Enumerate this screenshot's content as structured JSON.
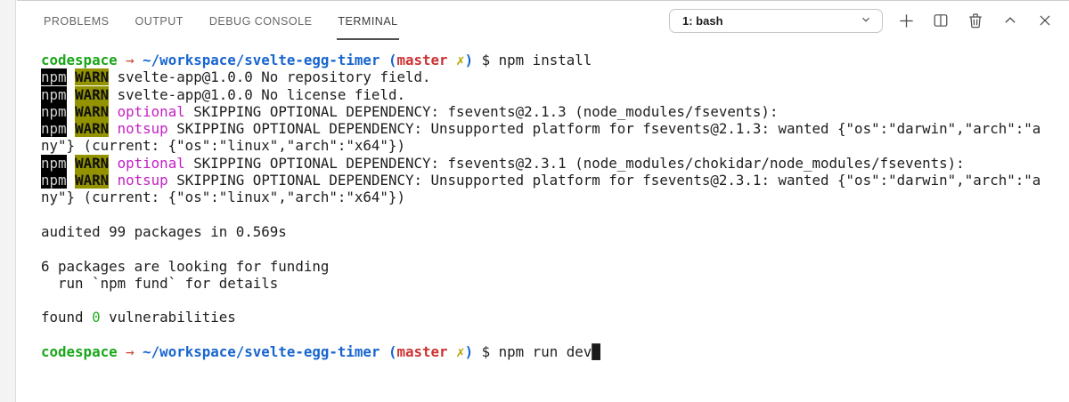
{
  "panel": {
    "tabs": [
      {
        "label": "PROBLEMS",
        "active": false
      },
      {
        "label": "OUTPUT",
        "active": false
      },
      {
        "label": "DEBUG CONSOLE",
        "active": false
      },
      {
        "label": "TERMINAL",
        "active": true
      }
    ],
    "terminal_selector": {
      "value": "1: bash"
    },
    "action_icons": [
      "new-terminal-icon",
      "split-terminal-icon",
      "kill-terminal-icon",
      "maximize-panel-icon",
      "close-panel-icon"
    ]
  },
  "colors": {
    "prompt_user_green": "#1aa71a",
    "prompt_arrow_red": "#cb4437",
    "prompt_path_blue": "#1765cf",
    "git_branch_red": "#cc3333",
    "git_dirty_yellow": "#b8a400",
    "npm_badge_bg": "#000000",
    "npm_badge_text": "#d2d2d2",
    "warn_badge_bg": "#939300",
    "warn_type_magenta": "#c320c3",
    "zero_green": "#23b223",
    "terminal_text": "#1e1e1e",
    "panel_bg": "#ffffff"
  },
  "terminal": {
    "lines": [
      {
        "segments": [
          {
            "t": "codespace",
            "c": "green"
          },
          {
            "t": " ",
            "c": "plain"
          },
          {
            "t": "→",
            "c": "arrow"
          },
          {
            "t": " ",
            "c": "plain"
          },
          {
            "t": "~/workspace/svelte-egg-timer",
            "c": "blue"
          },
          {
            "t": " ",
            "c": "plain"
          },
          {
            "t": "(",
            "c": "blue"
          },
          {
            "t": "master",
            "c": "branch"
          },
          {
            "t": " ",
            "c": "plain"
          },
          {
            "t": "✗",
            "c": "yellow"
          },
          {
            "t": ")",
            "c": "blue"
          },
          {
            "t": " $ npm install",
            "c": "plain"
          }
        ]
      },
      {
        "segments": [
          {
            "t": "npm",
            "c": "npm"
          },
          {
            "t": " ",
            "c": "plain"
          },
          {
            "t": "WARN",
            "c": "warn"
          },
          {
            "t": " svelte-app@1.0.0 No repository field.",
            "c": "plain"
          }
        ]
      },
      {
        "segments": [
          {
            "t": "npm",
            "c": "npm"
          },
          {
            "t": " ",
            "c": "plain"
          },
          {
            "t": "WARN",
            "c": "warn"
          },
          {
            "t": " svelte-app@1.0.0 No license field.",
            "c": "plain"
          }
        ]
      },
      {
        "segments": [
          {
            "t": "npm",
            "c": "npm"
          },
          {
            "t": " ",
            "c": "plain"
          },
          {
            "t": "WARN",
            "c": "warn"
          },
          {
            "t": " ",
            "c": "plain"
          },
          {
            "t": "optional",
            "c": "magenta"
          },
          {
            "t": " SKIPPING OPTIONAL DEPENDENCY: fsevents@2.1.3 (node_modules/fsevents):",
            "c": "plain"
          }
        ]
      },
      {
        "segments": [
          {
            "t": "npm",
            "c": "npm"
          },
          {
            "t": " ",
            "c": "plain"
          },
          {
            "t": "WARN",
            "c": "warn"
          },
          {
            "t": " ",
            "c": "plain"
          },
          {
            "t": "notsup",
            "c": "magenta"
          },
          {
            "t": " SKIPPING OPTIONAL DEPENDENCY: Unsupported platform for fsevents@2.1.3: wanted {\"os\":\"darwin\",\"arch\":\"a",
            "c": "plain"
          }
        ]
      },
      {
        "segments": [
          {
            "t": "ny\"} (current: {\"os\":\"linux\",\"arch\":\"x64\"})",
            "c": "plain"
          }
        ]
      },
      {
        "segments": [
          {
            "t": "npm",
            "c": "npm"
          },
          {
            "t": " ",
            "c": "plain"
          },
          {
            "t": "WARN",
            "c": "warn"
          },
          {
            "t": " ",
            "c": "plain"
          },
          {
            "t": "optional",
            "c": "magenta"
          },
          {
            "t": " SKIPPING OPTIONAL DEPENDENCY: fsevents@2.3.1 (node_modules/chokidar/node_modules/fsevents):",
            "c": "plain"
          }
        ]
      },
      {
        "segments": [
          {
            "t": "npm",
            "c": "npm"
          },
          {
            "t": " ",
            "c": "plain"
          },
          {
            "t": "WARN",
            "c": "warn"
          },
          {
            "t": " ",
            "c": "plain"
          },
          {
            "t": "notsup",
            "c": "magenta"
          },
          {
            "t": " SKIPPING OPTIONAL DEPENDENCY: Unsupported platform for fsevents@2.3.1: wanted {\"os\":\"darwin\",\"arch\":\"a",
            "c": "plain"
          }
        ]
      },
      {
        "segments": [
          {
            "t": "ny\"} (current: {\"os\":\"linux\",\"arch\":\"x64\"})",
            "c": "plain"
          }
        ]
      },
      {
        "segments": []
      },
      {
        "segments": [
          {
            "t": "audited 99 packages in 0.569s",
            "c": "plain"
          }
        ]
      },
      {
        "segments": []
      },
      {
        "segments": [
          {
            "t": "6 packages are looking for funding",
            "c": "plain"
          }
        ]
      },
      {
        "segments": [
          {
            "t": "  run `npm fund` for details",
            "c": "plain"
          }
        ]
      },
      {
        "segments": []
      },
      {
        "segments": [
          {
            "t": "found ",
            "c": "plain"
          },
          {
            "t": "0",
            "c": "zero"
          },
          {
            "t": " vulnerabilities",
            "c": "plain"
          }
        ]
      },
      {
        "segments": []
      },
      {
        "segments": [
          {
            "t": "codespace",
            "c": "green"
          },
          {
            "t": " ",
            "c": "plain"
          },
          {
            "t": "→",
            "c": "arrow"
          },
          {
            "t": " ",
            "c": "plain"
          },
          {
            "t": "~/workspace/svelte-egg-timer",
            "c": "blue"
          },
          {
            "t": " ",
            "c": "plain"
          },
          {
            "t": "(",
            "c": "blue"
          },
          {
            "t": "master",
            "c": "branch"
          },
          {
            "t": " ",
            "c": "plain"
          },
          {
            "t": "✗",
            "c": "yellow"
          },
          {
            "t": ")",
            "c": "blue"
          },
          {
            "t": " $ npm run dev",
            "c": "plain"
          },
          {
            "t": "█",
            "c": "cursor"
          }
        ]
      }
    ]
  }
}
